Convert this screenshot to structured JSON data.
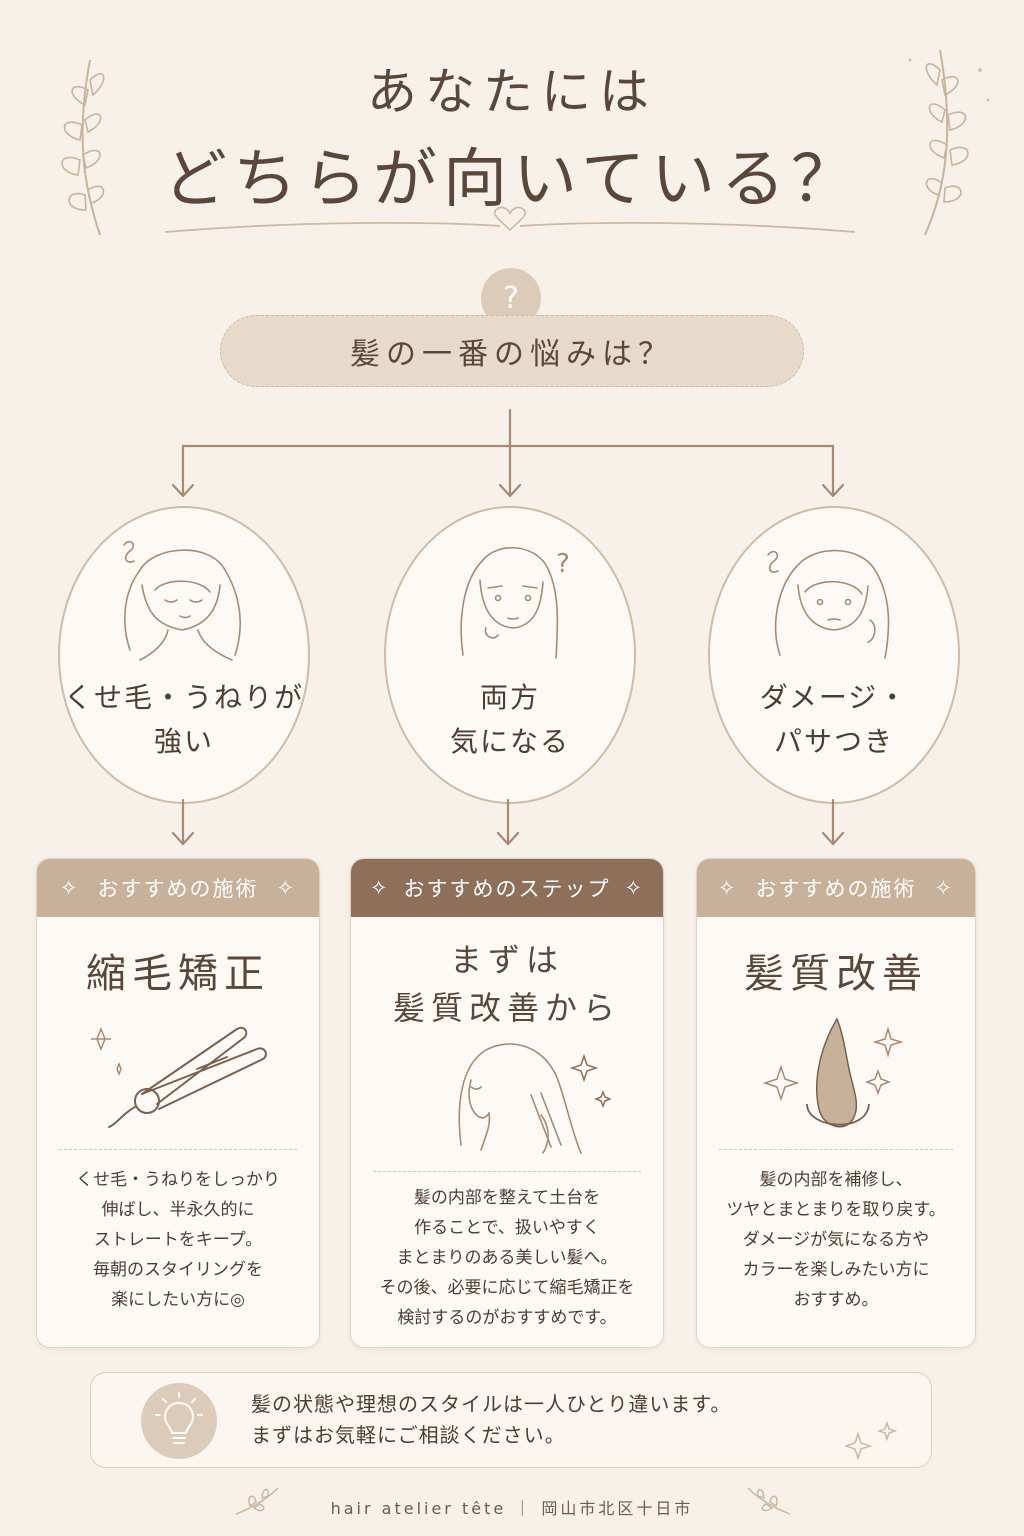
{
  "title": {
    "line1": "あなたには",
    "line2": "どちらが向いている？"
  },
  "question": {
    "icon": "?",
    "text": "髪の一番の悩みは？"
  },
  "options": [
    {
      "label_line1": "くせ毛・うねりが",
      "label_line2": "強い"
    },
    {
      "label_line1": "両方",
      "label_line2": "気になる"
    },
    {
      "label_line1": "ダメージ・",
      "label_line2": "パサつき"
    }
  ],
  "cards": [
    {
      "header": "おすすめの施術",
      "title": "縮毛矯正",
      "desc": [
        "くせ毛・うねりをしっかり",
        "伸ばし、半永久的に",
        "ストレートをキープ。",
        "毎朝のスタイリングを",
        "楽にしたい方に◎"
      ]
    },
    {
      "header": "おすすめのステップ",
      "title_line1": "まずは",
      "title_line2": "髪質改善から",
      "desc": [
        "髪の内部を整えて土台を",
        "作ることで、扱いやすく",
        "まとまりのある美しい髪へ。",
        "その後、必要に応じて縮毛矯正を",
        "検討するのがおすすめです。"
      ]
    },
    {
      "header": "おすすめの施術",
      "title": "髪質改善",
      "desc": [
        "髪の内部を補修し、",
        "ツヤとまとまりを取り戻す。",
        "ダメージが気になる方や",
        "カラーを楽しみたい方に",
        "おすすめ。"
      ]
    }
  ],
  "footer": {
    "line1": "髪の状態や理想のスタイルは一人ひとり違います。",
    "line2": "まずはお気軽にご相談ください。"
  },
  "brand": "hair atelier tête ｜ 岡山市北区十日市",
  "colors": {
    "background": "#f7f1ea",
    "accent": "#c8b19a",
    "accent_dark": "#8e6f5a",
    "text": "#5a463a"
  },
  "icons": [
    "leaf-branch-icon",
    "heart-icon",
    "question-icon",
    "woman-curly-hair-icon",
    "woman-thinking-icon",
    "woman-wavy-hair-icon",
    "hair-iron-icon",
    "woman-straight-hair-icon",
    "hair-strand-icon",
    "sparkle-icon",
    "lightbulb-icon"
  ]
}
